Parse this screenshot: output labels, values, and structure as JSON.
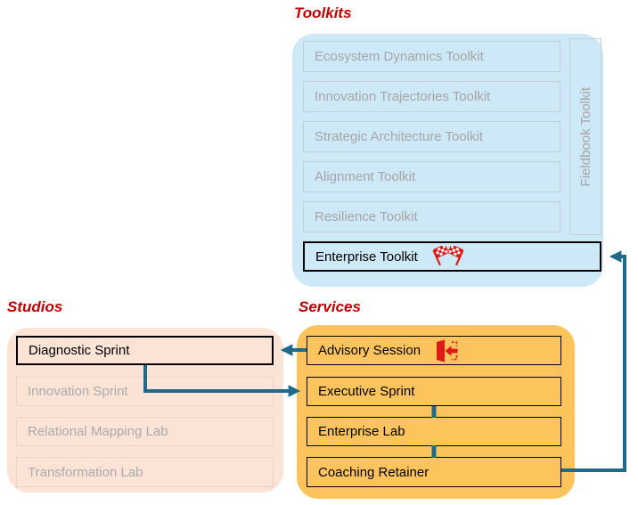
{
  "titles": {
    "toolkits": "Toolkits",
    "studios": "Studios",
    "services": "Services"
  },
  "toolkits": {
    "items": [
      "Ecosystem Dynamics Toolkit",
      "Innovation Trajectories Toolkit",
      "Strategic Architecture Toolkit",
      "Alignment Toolkit",
      "Resilience Toolkit"
    ],
    "highlighted": "Enterprise Toolkit",
    "side": "Fieldbook Toolkit"
  },
  "studios": {
    "highlighted": "Diagnostic Sprint",
    "items": [
      "Innovation Sprint",
      "Relational Mapping Lab",
      "Transformation Lab"
    ]
  },
  "services": {
    "items": [
      "Advisory Session",
      "Executive Sprint",
      "Enterprise Lab",
      "Coaching Retainer"
    ]
  },
  "icons": {
    "enterprise_toolkit": "crossed-checkered-flags-icon",
    "advisory_session": "door-enter-icon"
  },
  "colors": {
    "title_red": "#C00000",
    "toolkits_bg": "#CDE8F7",
    "studios_bg": "#FBE3D5",
    "services_bg": "#FDC45E",
    "connector_teal": "#1F6A8B",
    "icon_red": "#E01818",
    "muted_text": "#A6A6A6"
  }
}
